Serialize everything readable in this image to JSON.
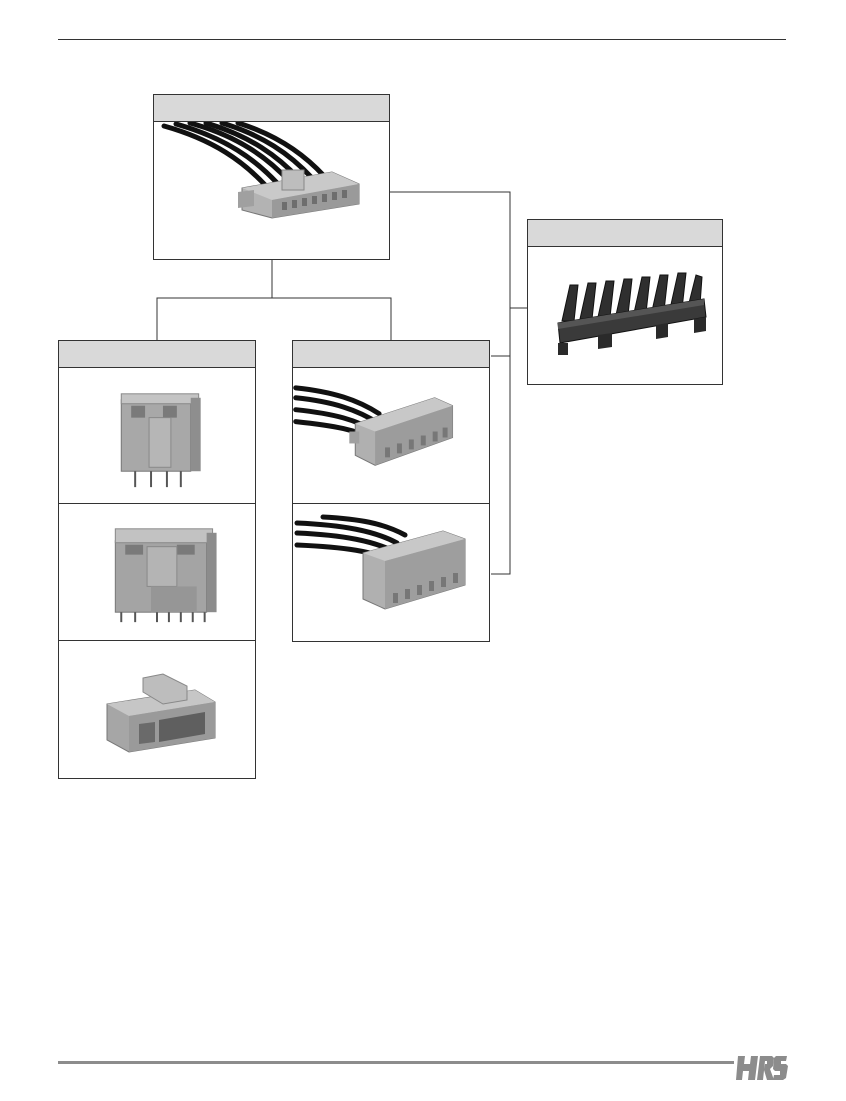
{
  "page": {
    "logo_text": "HRS",
    "rule_color": "#8c8c8c",
    "panel_header_color": "#d9d9d9",
    "housing_color": "#a6a6a6",
    "cable_color": "#1a1a1a",
    "comb_color": "#3a3a3a"
  },
  "panels": {
    "top": {
      "header": "",
      "image": "crimp-socket-housing-with-cable"
    },
    "right": {
      "header": "",
      "image": "dark-comb-jig"
    },
    "left": {
      "header": "",
      "images": [
        "straight-header",
        "right-angle-header",
        "smt-header"
      ]
    },
    "middle": {
      "header": "",
      "images": [
        "crimp-plug-with-cable-a",
        "crimp-plug-with-cable-b"
      ]
    }
  }
}
